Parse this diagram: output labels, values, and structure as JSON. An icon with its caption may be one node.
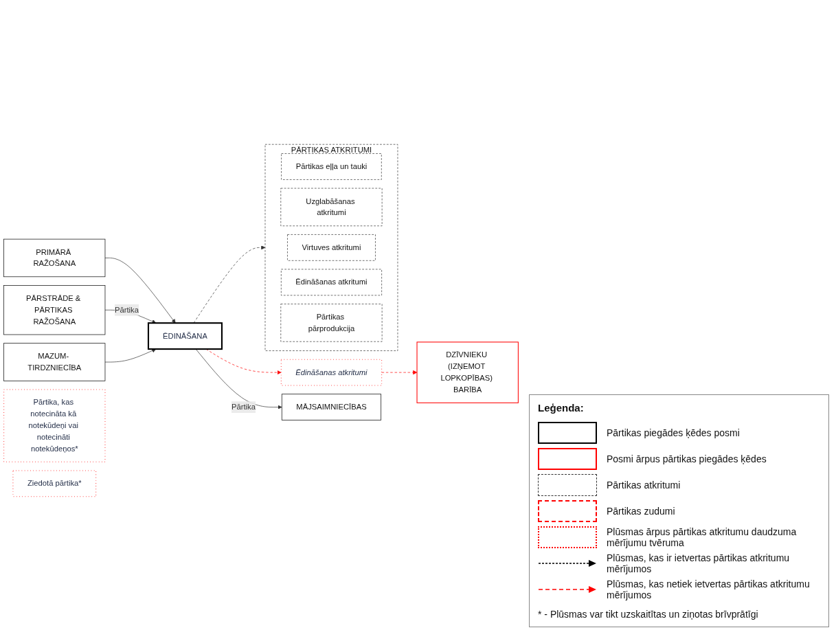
{
  "diagram": {
    "nodes": [
      {
        "text": [
          "PRIMĀRĀ RAŽOŠANA"
        ]
      },
      {
        "text": [
          "PĀRSTRĀDE & PĀRTIKAS RAŽOŠANA"
        ]
      },
      {
        "text": [
          "MAZUM- TIRDZNIECĪBA"
        ]
      },
      {
        "text": [
          "DZĪVNIEKU (IZŅEMOT LOPKOPĪBAS) BARĪBA"
        ]
      },
      {
        "text": [
          "Ēdināšanas atkritumi"
        ]
      },
      {
        "text": [
          "ĒDINĀŠANA"
        ]
      },
      {
        "text": [
          "MĀJSAIMNIECĪBAS"
        ]
      },
      {
        "text": [
          "PĀRTIKAS ATKRITUMI"
        ]
      },
      {
        "text": [
          "Pārtikas eļļa un tauki"
        ],
        "in": 7
      },
      {
        "text": [
          "Uzglabāšanas atkritumi"
        ],
        "in": 7
      },
      {
        "text": [
          "Virtuves atkritumi"
        ],
        "in": 7
      },
      {
        "text": [
          "Ēdināšanas atkritumi"
        ],
        "in": 7
      },
      {
        "text": [
          "Pārtikas pārprodukcija"
        ],
        "in": 7
      },
      {
        "text": [
          "Pārtika, kas notecināta kā notekūdeņi vai notecināti notekūdeņos*"
        ]
      },
      {
        "text": [
          "Ziedotā pārtika*"
        ]
      }
    ],
    "edges": [
      {
        "from": 0,
        "to": 5,
        "arrow": "to"
      },
      {
        "from": 1,
        "to": 5,
        "arrow": "to",
        "label": "Pārtika"
      },
      {
        "from": 2,
        "to": 5,
        "arrow": "to"
      },
      {
        "from": 5,
        "to": 4,
        "arrow": "to",
        "style": "dashed",
        "color": "#ff0000"
      },
      {
        "from": 4,
        "to": 3,
        "arrow": "to",
        "style": "dashed",
        "color": "#ff0000"
      },
      {
        "from": 5,
        "to": 6,
        "arrow": "to",
        "label": "Pārtika"
      },
      {
        "from": 5,
        "to": 7,
        "arrow": "to",
        "style": "dashed"
      }
    ],
    "labels": [
      "Leģenda:",
      "* - Plūsmas var tikt uzskaitītas un ziņotas brīvprātīgi"
    ],
    "legend": [
      {
        "text": "Pārtikas piegādes ķēdes posmi"
      },
      {
        "text": "Posmi ārpus pārtikas piegādes ķēdes"
      },
      {
        "text": "Pārtikas atkritumi"
      },
      {
        "text": "Pārtikas zudumi"
      },
      {
        "text": "Plūsmas ārpus pārtikas atkritumu daudzuma mērījumu tvēruma"
      },
      {
        "text": "Plūsmas, kas ir ietvertas pārtikas atkritumu mērījumos"
      },
      {
        "text": "Plūsmas, kas netiek ietvertas pārtikas atkritumu mērījumos"
      }
    ]
  }
}
